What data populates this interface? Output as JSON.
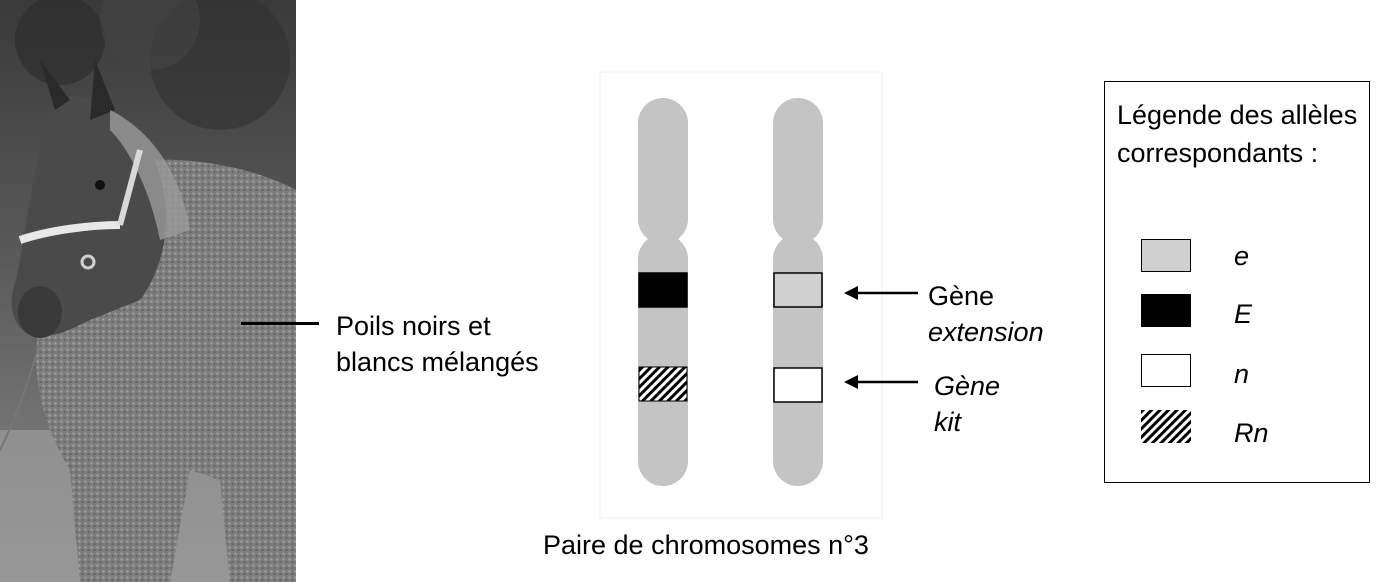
{
  "photo": {
    "caption_lines": [
      "Poils noirs et",
      "blancs mélangés"
    ]
  },
  "diagram": {
    "title": "Paire de chromosomes n°3",
    "gene_extension": {
      "word": "Gène",
      "name": "extension"
    },
    "gene_kit": {
      "word": "Gène",
      "name": "kit"
    }
  },
  "legend": {
    "title": "Légende des allèles correspondants :",
    "items": [
      {
        "allele": "e",
        "pattern": "light-gray"
      },
      {
        "allele": "E",
        "pattern": "black"
      },
      {
        "allele": "n",
        "pattern": "white"
      },
      {
        "allele": "Rn",
        "pattern": "hatched"
      }
    ]
  },
  "colors": {
    "chromosome": "#c4c4c4",
    "allele_e": "#d0d0d0",
    "allele_E": "#000000",
    "allele_n": "#ffffff"
  }
}
